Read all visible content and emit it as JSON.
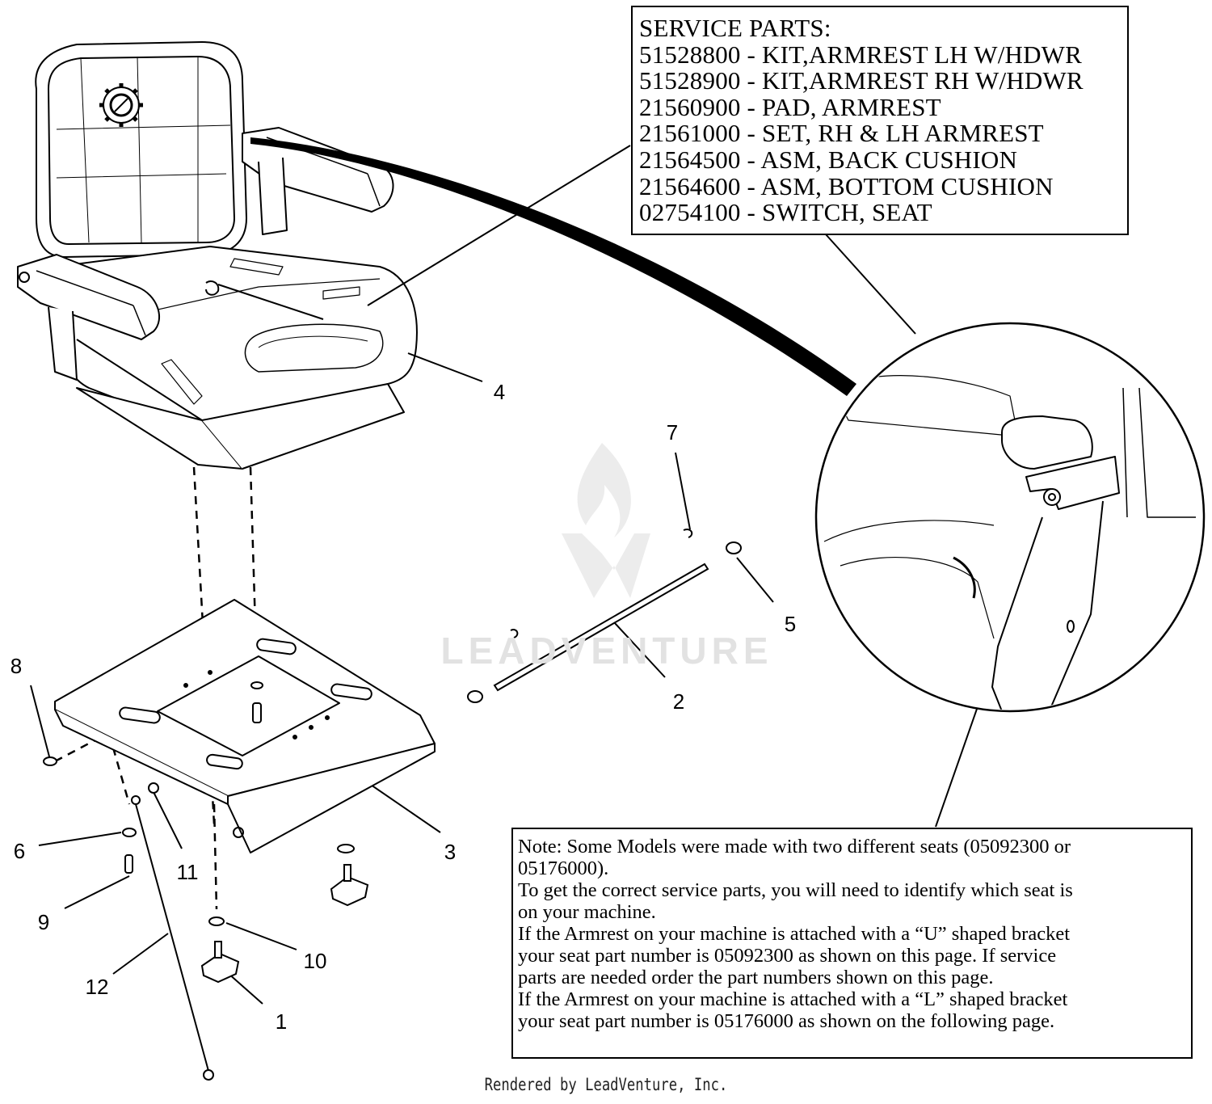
{
  "service_parts": {
    "lines": [
      "SERVICE PARTS:",
      "51528800 - KIT,ARMREST LH W/HDWR",
      "51528900 - KIT,ARMREST RH W/HDWR",
      "21560900 - PAD, ARMREST",
      "21561000 - SET, RH & LH ARMREST",
      "21564500 - ASM, BACK CUSHION",
      "21564600 - ASM, BOTTOM CUSHION",
      "02754100 - SWITCH, SEAT"
    ]
  },
  "note": {
    "lines": [
      "Note: Some Models were made with two different seats (05092300 or",
      "05176000).",
      "To get the correct service parts, you will need to identify which seat is",
      "on your machine.",
      "If the Armrest on your machine is attached with a “U” shaped bracket",
      "your seat part number is 05092300 as shown on this page. If service",
      "parts are needed order the part numbers shown on this page.",
      "If the Armrest on your machine is attached with a “L” shaped bracket",
      "your seat part number is 05176000 as shown on the following page."
    ]
  },
  "callouts": {
    "c1": "1",
    "c2": "2",
    "c3": "3",
    "c4": "4",
    "c5": "5",
    "c6": "6",
    "c7": "7",
    "c8": "8",
    "c9": "9",
    "c10": "10",
    "c11": "11",
    "c12": "12"
  },
  "watermark": "LEADVENTURE",
  "footer": "Rendered by LeadVenture, Inc."
}
